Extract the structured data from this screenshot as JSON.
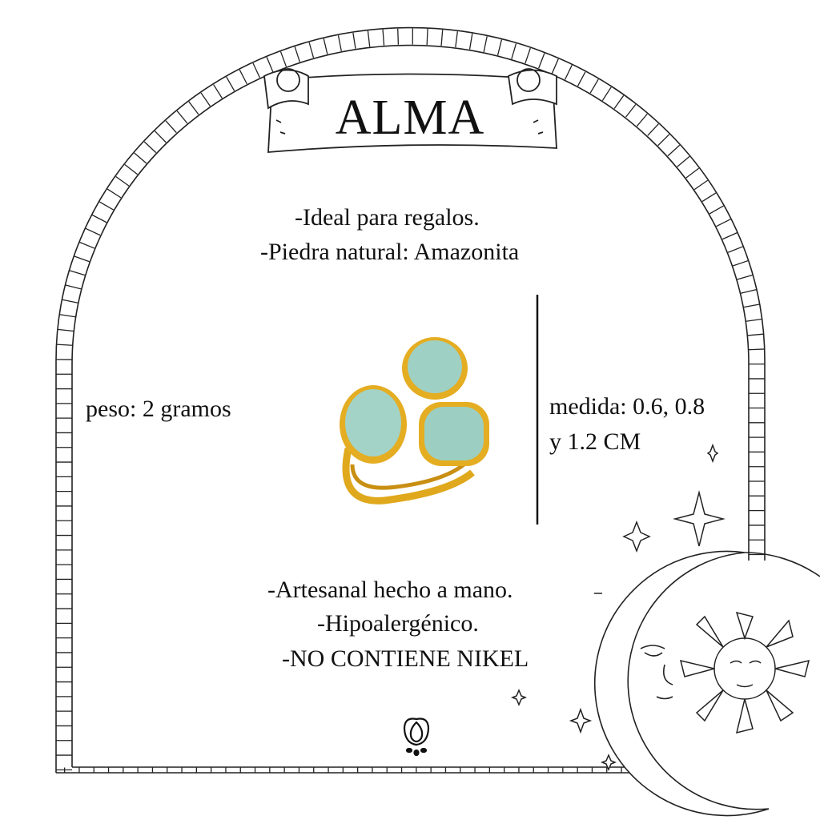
{
  "title": "ALMA",
  "features_top": [
    "-Ideal para regalos.",
    "-Piedra natural: Amazonita"
  ],
  "weight": "peso: 2 gramos",
  "size": {
    "line1": "medida: 0.6, 0.8",
    "line2": "y 1.2 CM"
  },
  "features_bottom": [
    "-Artesanal hecho a mano.",
    "-Hipoalergénico.",
    "-NO CONTIENE NIKEL"
  ],
  "colors": {
    "gold": "#e0a81c",
    "stone": "#9fd0c4",
    "ink": "#111111"
  },
  "icons": [
    "scroll-banner",
    "ring-photo",
    "moon-face-icon",
    "sun-face-icon",
    "sparkle-star-icon",
    "brand-logo-icon"
  ]
}
